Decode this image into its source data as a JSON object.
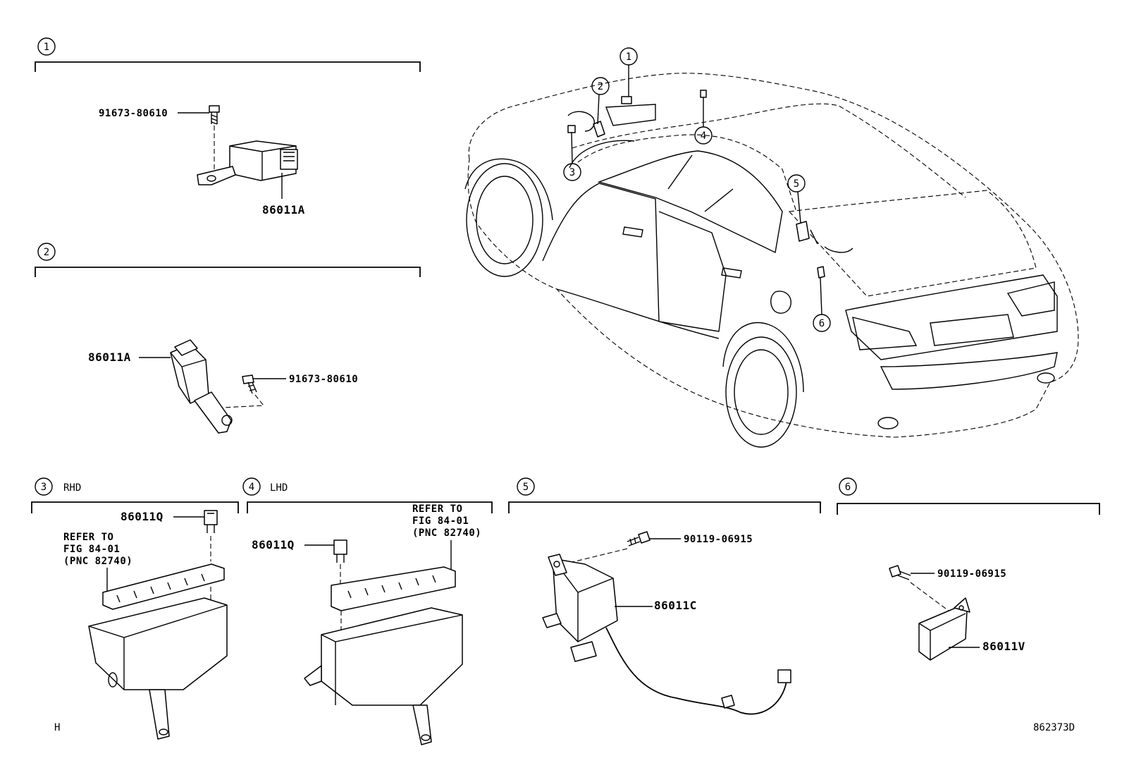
{
  "callouts": {
    "c1": "1",
    "c2": "2",
    "c3": "3",
    "c4": "4",
    "c5": "5",
    "c6": "6"
  },
  "sections": {
    "s3_label": "RHD",
    "s4_label": "LHD"
  },
  "parts": {
    "s1_bolt": "91673-80610",
    "s1_module": "86011A",
    "s2_module": "86011A",
    "s2_bolt": "91673-80610",
    "s3_part": "86011Q",
    "s4_part": "86011Q",
    "s5_bolt": "90119-06915",
    "s5_module": "86011C",
    "s6_bolt": "90119-06915",
    "s6_module": "86011V"
  },
  "notes": {
    "s3_ref": [
      "REFER TO",
      "FIG 84-01",
      "(PNC 82740)"
    ],
    "s4_ref": [
      "REFER TO",
      "FIG 84-01",
      "(PNC 82740)"
    ]
  },
  "footer": {
    "left_mark": "H",
    "figure_id": "862373D"
  }
}
